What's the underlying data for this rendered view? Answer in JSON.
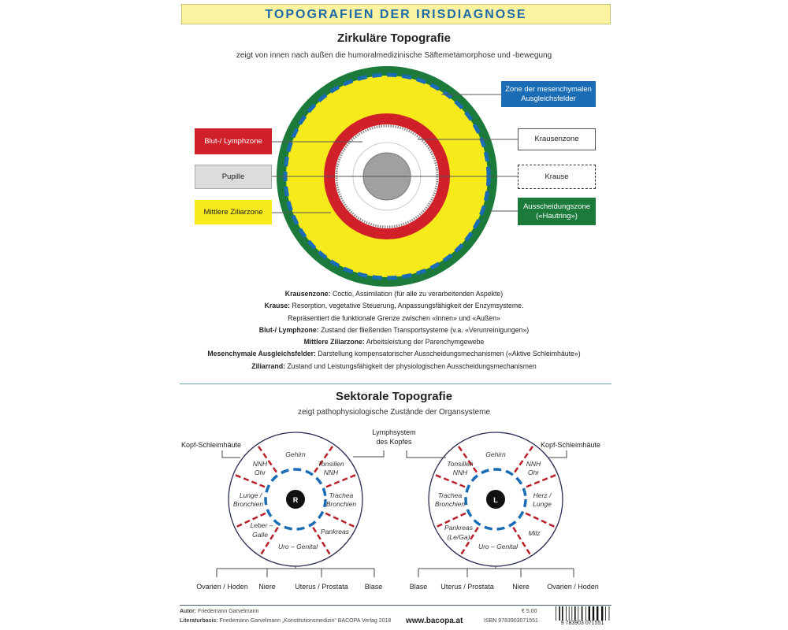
{
  "title": "TOPOGRAFIEN DER IRISDIAGNOSE",
  "circular": {
    "heading": "Zirkuläre Topografie",
    "subtitle": "zeigt von innen nach außen die humoralmedizinische Säftemetamorphose und -bewegung",
    "labels": {
      "blut": "Blut-/ Lymphzone",
      "pupille": "Pupille",
      "mittlere": "Mittlere Ziliarzone",
      "mesenchym_1": "Zone der mesenchymalen",
      "mesenchym_2": "Ausgleichsfelder",
      "krausenzone": "Krausenzone",
      "krause": "Krause",
      "ausscheidung_1": "Ausscheidungszone",
      "ausscheidung_2": "(«Hautring»)"
    },
    "colors": {
      "green": "#1c7a3a",
      "yellow": "#f7ea1a",
      "red": "#d0202a",
      "blue": "#1a6cb4",
      "gray": "#a0a0a0",
      "white": "#ffffff"
    },
    "descriptions": [
      {
        "term": "Krausenzone:",
        "text": " Coctio, Assimilation (für alle zu verarbeitenden Aspekte)"
      },
      {
        "term": "Krause:",
        "text": " Resorption, vegetative Steuerung, Anpassungsfähigkeit der Enzymsysteme."
      },
      {
        "term": "",
        "text": "Repräsentiert die funktionale Grenze zwischen «Innen» und «Außen»"
      },
      {
        "term": "Blut-/ Lymphzone:",
        "text": " Zustand der fließenden Transportsysteme (v.a. «Verunreinigungen»)"
      },
      {
        "term": "Mittlere Ziliarzone:",
        "text": " Arbeitsleistung der Parenchymgewebe"
      },
      {
        "term": "Mesenchymale Ausgleichsfelder:",
        "text": " Darstellung kompensatorischer Ausscheidungsmechanismen («Aktive Schleimhäute»)"
      },
      {
        "term": "Ziliarrand:",
        "text": " Zustand und Leistungsfähigkeit der physiologischen Ausscheidungsmechanismen"
      }
    ]
  },
  "sectoral": {
    "heading": "Sektorale Topografie",
    "subtitle": "zeigt pathophysiologische Zustände der Organsysteme",
    "right_eye": {
      "center": "R",
      "top_left": "Kopf-Schleimhäute",
      "top_right_1": "Lymphsystem",
      "top_right_2": "des Kopfes",
      "sectors": {
        "gehirn": "Gehirn",
        "nnh_1": "NNH",
        "nnh_2": "Ohr",
        "tons_1": "Tonsillen",
        "tons_2": "NNH",
        "lunge_1": "Lunge /",
        "lunge_2": "Bronchien",
        "trach_1": "Trachea",
        "trach_2": "Bronchien",
        "leber_1": "Leber –",
        "leber_2": "Galle",
        "pank": "Pankreas",
        "uro": "Uro – Genital"
      },
      "bottom": [
        "Ovarien / Hoden",
        "Niere",
        "Uterus / Prostata",
        "Blase"
      ]
    },
    "left_eye": {
      "center": "L",
      "top_right": "Kopf-Schleimhäute",
      "sectors": {
        "gehirn": "Gehirn",
        "tons_1": "Tonsillen",
        "tons_2": "NNH",
        "nnh_1": "NNH",
        "nnh_2": "Ohr",
        "trach_1": "Trachea",
        "trach_2": "Bronchien",
        "herz_1": "Herz /",
        "herz_2": "Lunge",
        "pank_1": "Pankreas",
        "pank_2": "(Le/Ga)",
        "milz": "Milz",
        "uro": "Uro – Genital"
      },
      "bottom": [
        "Blase",
        "Uterus / Prostata",
        "Niere",
        "Ovarien / Hoden"
      ]
    }
  },
  "footer": {
    "author_label": "Autor:",
    "author": " Friedemann Garvelmann",
    "lit_label": "Literaturbasis:",
    "lit": " Friedemann Garvelmann „Konstitutionsmedizin“ BACOPA Verlag 2018",
    "website": "www.bacopa.at",
    "price": "€ 5.00",
    "isbn": "ISBN 9783903071551",
    "barcode_digits": "9 783903 071551"
  }
}
